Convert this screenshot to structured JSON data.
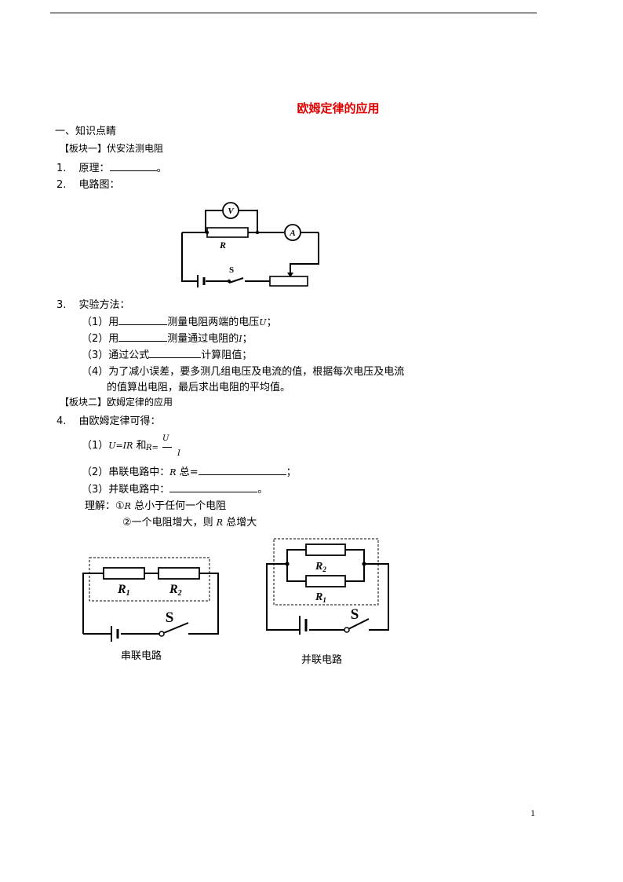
{
  "doc": {
    "title": "欧姆定律的应用",
    "section1": "一、知识点睛",
    "block1": "【板块一】伏安法测电阻",
    "item1_num": "1.",
    "item1_text": "原理：",
    "item1_end": "。",
    "item2_num": "2.",
    "item2_text": "电路图：",
    "item3_num": "3.",
    "item3_text": "实验方法：",
    "m1_prefix": "（1）用",
    "m1_suffix": "测量电阻两端的电压",
    "m1_var": "U",
    "m1_end": "；",
    "m2_prefix": "（2）用",
    "m2_suffix": "测量通过电阻的",
    "m2_var": "I",
    "m2_end": "；",
    "m3_prefix": "（3）通过公式",
    "m3_suffix": "计算阻值；",
    "m4_line1": "（4）为了减小误差，要多测几组电压及电流的值，根据每次电压及电流",
    "m4_line2": "的值算出电阻，最后求出电阻的平均值。",
    "block2": "【板块二】欧姆定律的应用",
    "item4_num": "4.",
    "item4_text": "由欧姆定律可得：",
    "f1_prefix": "（1）",
    "f1_formula": "U=IR",
    "f1_and": "和",
    "f1_r": "R=",
    "f1_num": "U",
    "f1_den": "I",
    "s2_prefix": "（2）串联电路中：",
    "s2_var": "R",
    "s2_total": " 总=",
    "s2_end": "；",
    "s3_prefix": "（3）并联电路中：",
    "s3_end": "。",
    "u_label": "理解：①",
    "u_var": "R",
    "u_text": " 总小于任何一个电阻",
    "u2_text": "②一个电阻增大，则 ",
    "u2_var": "R",
    "u2_end": " 总增大",
    "series_caption": "串联电路",
    "parallel_caption": "并联电路",
    "page_number": "1"
  },
  "circuit1": {
    "voltmeter": "V",
    "ammeter": "A",
    "resistor": "R",
    "switch": "S"
  },
  "series_circuit": {
    "r1": "R",
    "r1_sub": "1",
    "r2": "R",
    "r2_sub": "2",
    "switch": "S"
  },
  "parallel_circuit": {
    "r2": "R",
    "r2_sub": "2",
    "r1": "R",
    "r1_sub": "1",
    "switch": "S"
  }
}
